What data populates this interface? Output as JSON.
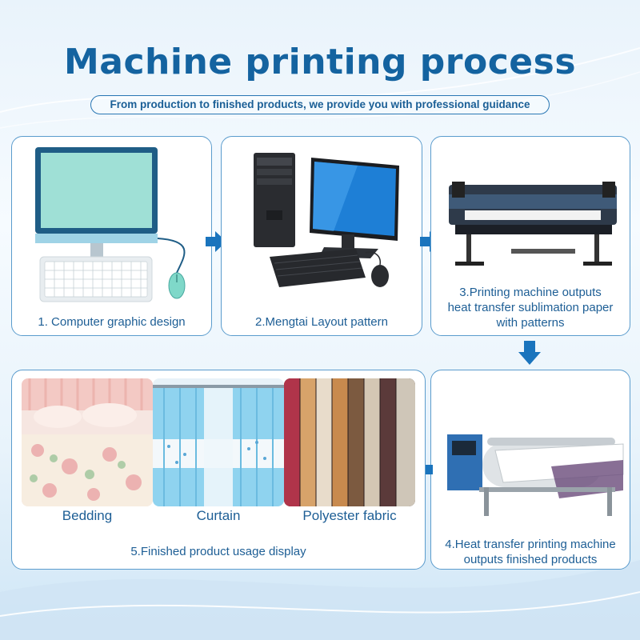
{
  "title": "Machine printing process",
  "subtitle": "From production to finished products, we provide you with professional guidance",
  "steps": {
    "step1": "1. Computer graphic design",
    "step2": "2.Mengtai Layout pattern",
    "step3_line1": "3.Printing machine outputs",
    "step3_line2": "heat transfer sublimation paper",
    "step3_line3": "with patterns",
    "step4_line1": "4.Heat transfer printing machine",
    "step4_line2": "outputs finished products",
    "step5": "5.Finished product usage display"
  },
  "products": [
    "Bedding",
    "Curtain",
    "Polyester fabric"
  ],
  "colors": {
    "accent": "#1463a0",
    "border": "#5b9ccd",
    "arrow": "#1a74bd"
  }
}
